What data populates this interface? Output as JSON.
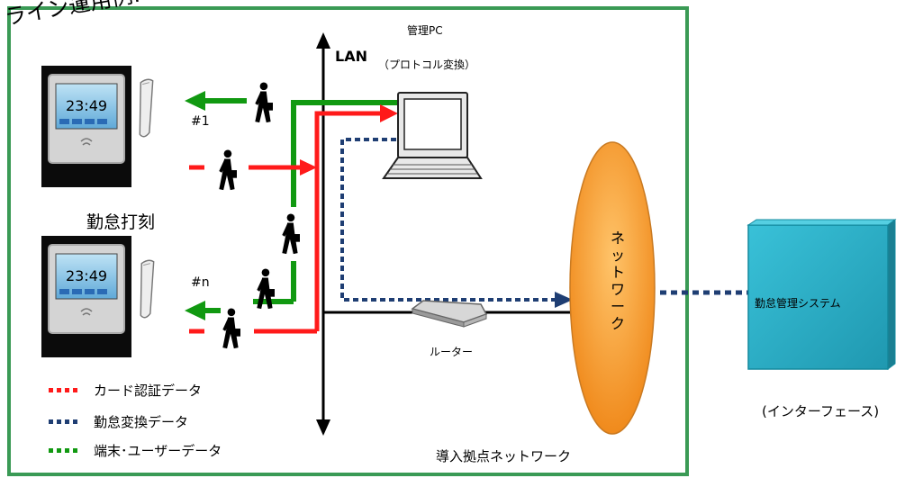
{
  "title": "ライン運用例:",
  "lan_label": "LAN",
  "pc": {
    "name": "管理PC",
    "sub": "（プロトコル変換）"
  },
  "terminals": {
    "label1": "#1",
    "labeln": "#n",
    "clock_time": "23:49",
    "punch_label": "勤怠打刻"
  },
  "router_label": "ルーター",
  "site_network_label": "導入拠点ネットワーク",
  "network_label": "ネットワーク",
  "system_label": "勤怠管理システム",
  "interface_label": "(インターフェース)",
  "legend": [
    {
      "color": "#ff1a1a",
      "label": "カード認証データ"
    },
    {
      "color": "#1f3e73",
      "label": "勤怠変換データ"
    },
    {
      "color": "#119911",
      "label": "端末･ユーザーデータ"
    }
  ],
  "colors": {
    "frame": "#3a9a55",
    "card_auth": "#ff1a1a",
    "conversion": "#1f3e73",
    "terminal_user": "#119911",
    "network": "#f7a23c",
    "system": "#2fb3c9"
  }
}
